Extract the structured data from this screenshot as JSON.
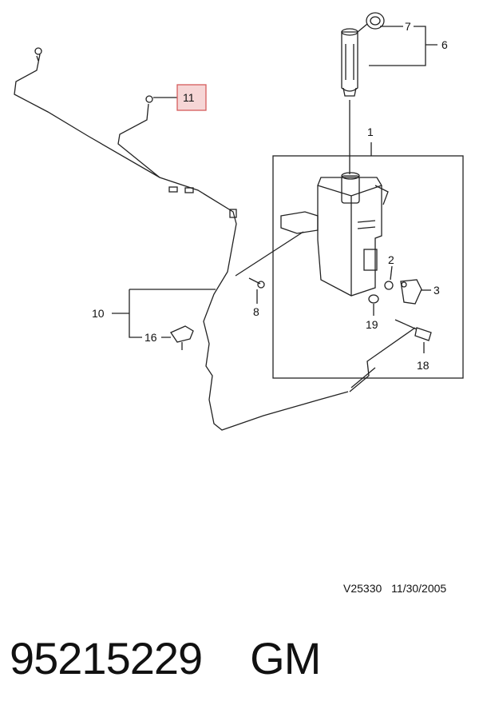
{
  "callouts": {
    "c1": "1",
    "c2": "2",
    "c3": "3",
    "c6": "6",
    "c7": "7",
    "c8": "8",
    "c10": "10",
    "c11": "11",
    "c16": "16",
    "c18": "18",
    "c19": "19"
  },
  "highlight_color": "#f6d6d6",
  "highlight_border": "#d55c5c",
  "reference": {
    "code": "V25330",
    "date": "11/30/2005"
  },
  "part": {
    "number": "95215229",
    "brand": "GM"
  }
}
